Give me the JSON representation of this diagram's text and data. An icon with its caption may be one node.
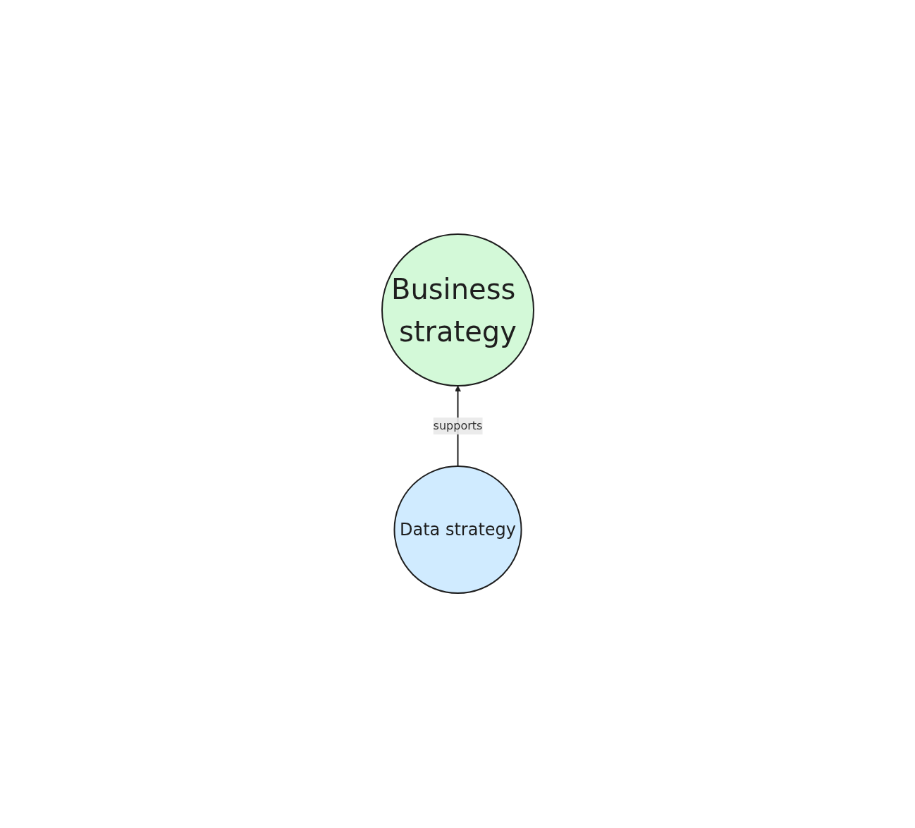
{
  "diagram": {
    "nodes": [
      {
        "text": [
          "Business strategy"
        ]
      },
      {
        "text": [
          "Data strategy"
        ]
      }
    ],
    "edges": [
      {
        "from": 1,
        "to": 0,
        "arrow": "to",
        "label": "supports"
      }
    ]
  }
}
